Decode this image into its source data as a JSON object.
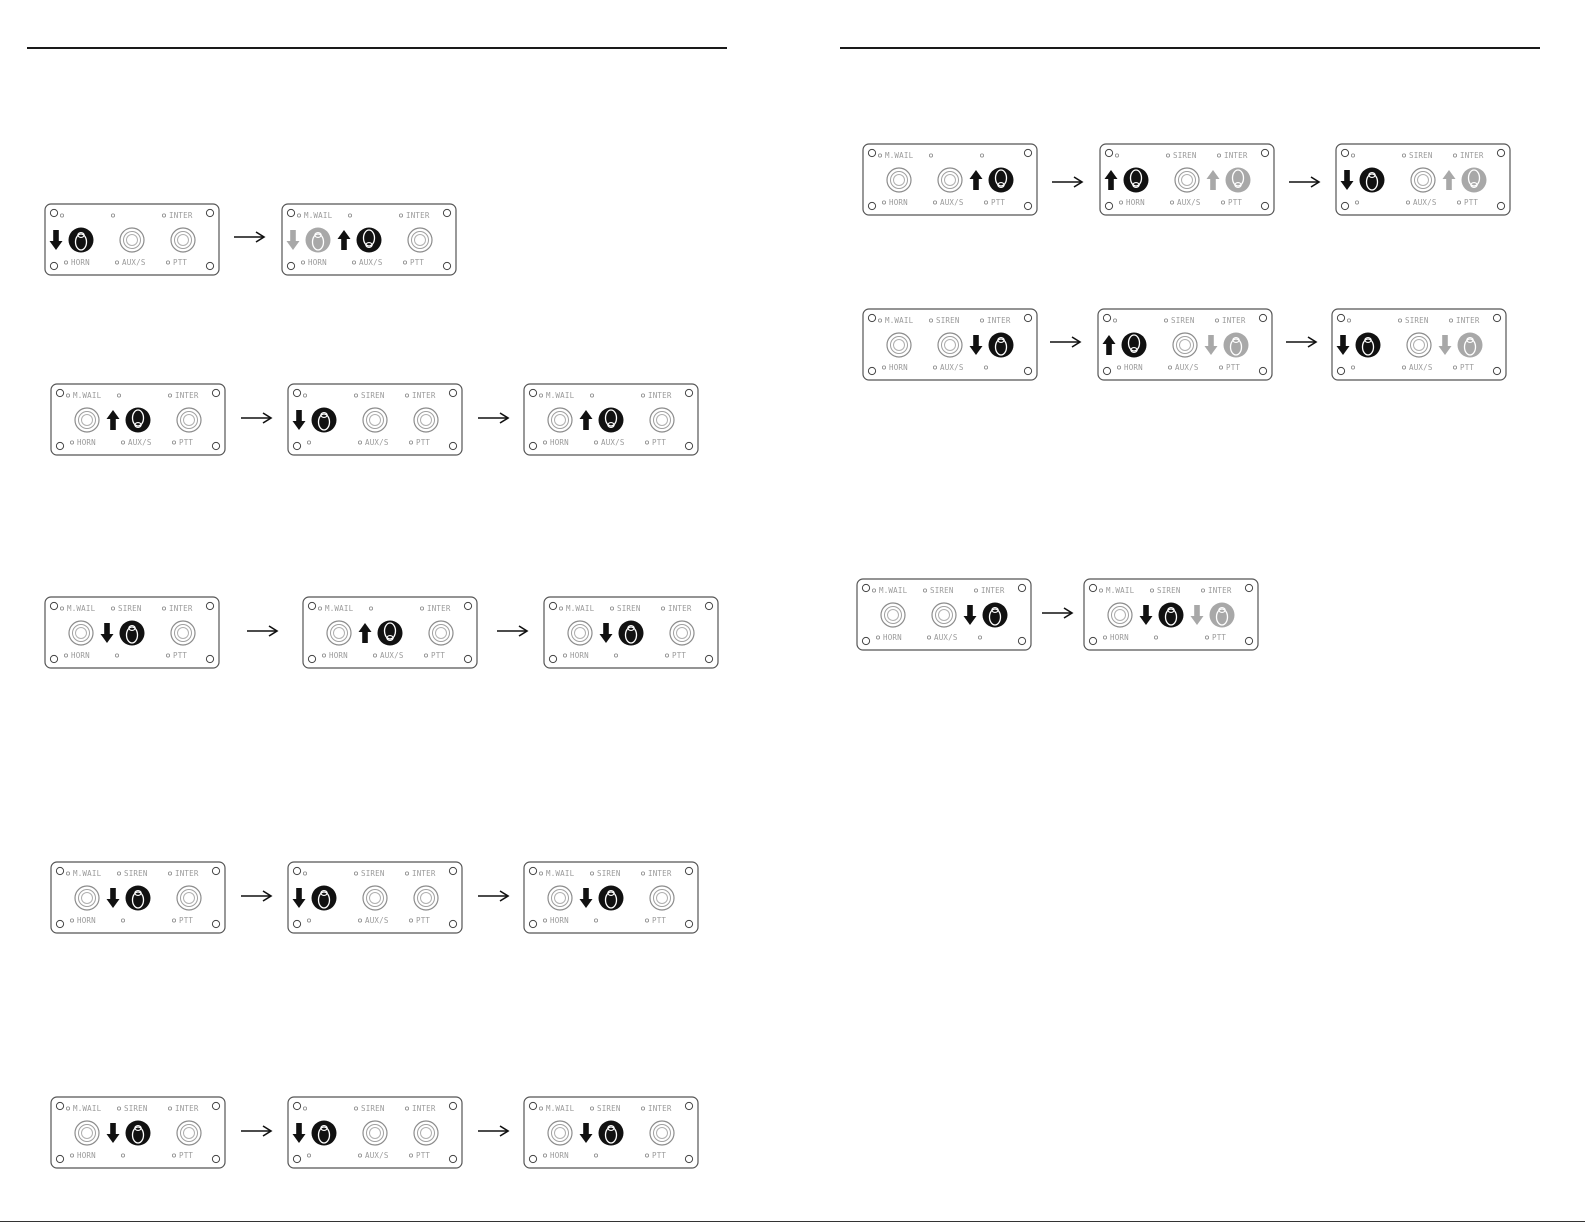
{
  "labels": {
    "m_wail": "M.WAIL",
    "siren": "SIREN",
    "inter": "INTER",
    "horn": "HORN",
    "aux_s": "AUX/S",
    "ptt": "PTT"
  },
  "colors": {
    "ink": "#111111",
    "grey": "#a8a8a8",
    "label": "#9a9a9a",
    "frame": "#555555"
  },
  "icons": {
    "toggle": "toggle-switch-icon",
    "arrow_up": "arrow-up-icon",
    "arrow_down": "arrow-down-icon",
    "step": "step-arrow-icon",
    "button": "round-button-icon"
  },
  "sequences": [
    {
      "id": "left-1",
      "panels": [
        {
          "sw": 1,
          "pos": "down",
          "tone": "black",
          "show": [
            0,
            0,
            1,
            1,
            1,
            1
          ]
        },
        {
          "sw": 1,
          "pos": "down",
          "tone": "grey",
          "sw2": 2,
          "pos2": "up",
          "tone2": "black",
          "show": [
            1,
            0,
            1,
            1,
            1,
            1
          ]
        }
      ]
    },
    {
      "id": "left-2",
      "panels": [
        {
          "sw": 2,
          "pos": "up",
          "tone": "black",
          "show": [
            1,
            0,
            1,
            1,
            1,
            1
          ]
        },
        {
          "sw": 1,
          "pos": "down",
          "tone": "black",
          "show": [
            0,
            1,
            1,
            0,
            1,
            1
          ]
        },
        {
          "sw": 2,
          "pos": "up",
          "tone": "black",
          "show": [
            1,
            0,
            1,
            1,
            1,
            1
          ]
        }
      ]
    },
    {
      "id": "left-3",
      "panels": [
        {
          "sw": 2,
          "pos": "down",
          "tone": "black",
          "show": [
            1,
            1,
            1,
            1,
            0,
            1
          ]
        },
        {
          "sw": 2,
          "pos": "up",
          "tone": "black",
          "show": [
            1,
            0,
            1,
            1,
            1,
            1
          ]
        },
        {
          "sw": 2,
          "pos": "down",
          "tone": "black",
          "show": [
            1,
            1,
            1,
            1,
            0,
            1
          ]
        }
      ]
    },
    {
      "id": "left-4",
      "panels": [
        {
          "sw": 2,
          "pos": "down",
          "tone": "black",
          "show": [
            1,
            1,
            1,
            1,
            0,
            1
          ]
        },
        {
          "sw": 1,
          "pos": "down",
          "tone": "black",
          "show": [
            0,
            1,
            1,
            0,
            1,
            1
          ]
        },
        {
          "sw": 2,
          "pos": "down",
          "tone": "black",
          "show": [
            1,
            1,
            1,
            1,
            0,
            1
          ]
        }
      ]
    },
    {
      "id": "left-5",
      "panels": [
        {
          "sw": 2,
          "pos": "down",
          "tone": "black",
          "show": [
            1,
            1,
            1,
            1,
            0,
            1
          ]
        },
        {
          "sw": 1,
          "pos": "down",
          "tone": "black",
          "show": [
            0,
            1,
            1,
            0,
            1,
            1
          ]
        },
        {
          "sw": 2,
          "pos": "down",
          "tone": "black",
          "show": [
            1,
            1,
            1,
            1,
            0,
            1
          ]
        }
      ]
    },
    {
      "id": "right-1",
      "panels": [
        {
          "sw": 3,
          "pos": "up",
          "tone": "black",
          "show": [
            1,
            0,
            0,
            1,
            1,
            1
          ]
        },
        {
          "sw": 1,
          "pos": "up",
          "tone": "black",
          "sw2": 3,
          "pos2": "up",
          "tone2": "grey",
          "show": [
            0,
            1,
            1,
            1,
            1,
            1
          ]
        },
        {
          "sw": 1,
          "pos": "down",
          "tone": "black",
          "sw2": 3,
          "pos2": "up",
          "tone2": "grey",
          "show": [
            0,
            1,
            1,
            0,
            1,
            1
          ]
        }
      ]
    },
    {
      "id": "right-2",
      "panels": [
        {
          "sw": 3,
          "pos": "down",
          "tone": "black",
          "show": [
            1,
            1,
            1,
            1,
            1,
            0
          ]
        },
        {
          "sw": 1,
          "pos": "up",
          "tone": "black",
          "sw2": 3,
          "pos2": "down",
          "tone2": "grey",
          "show": [
            0,
            1,
            1,
            1,
            1,
            1
          ]
        },
        {
          "sw": 1,
          "pos": "down",
          "tone": "black",
          "sw2": 3,
          "pos2": "down",
          "tone2": "grey",
          "show": [
            0,
            1,
            1,
            0,
            1,
            1
          ]
        }
      ]
    },
    {
      "id": "right-3",
      "panels": [
        {
          "sw": 3,
          "pos": "down",
          "tone": "black",
          "show": [
            1,
            1,
            1,
            1,
            1,
            0
          ]
        },
        {
          "sw": 2,
          "pos": "down",
          "tone": "black",
          "sw2": 3,
          "pos2": "down",
          "tone2": "grey",
          "show": [
            1,
            1,
            1,
            1,
            0,
            1
          ]
        }
      ]
    }
  ]
}
